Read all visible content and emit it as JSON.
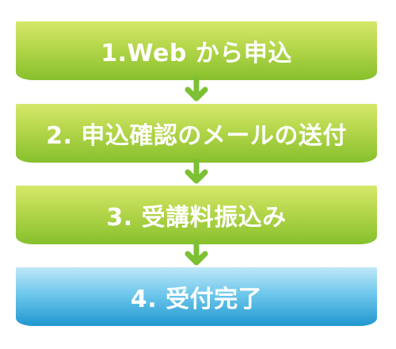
{
  "steps": [
    {
      "label": "1.Web から申込"
    },
    {
      "label": "2. 申込確認のメールの送付"
    },
    {
      "label": "3. 受講料振込み"
    },
    {
      "label": "4. 受付完了"
    }
  ],
  "colors": {
    "green_top": "#d6e86a",
    "green_bottom": "#86c02c",
    "blue_top": "#bfe7f7",
    "blue_bottom": "#1f97cf",
    "arrow": "#7cc034",
    "text": "#ffffff"
  },
  "icons": {
    "arrow": "arrow-down-icon"
  }
}
